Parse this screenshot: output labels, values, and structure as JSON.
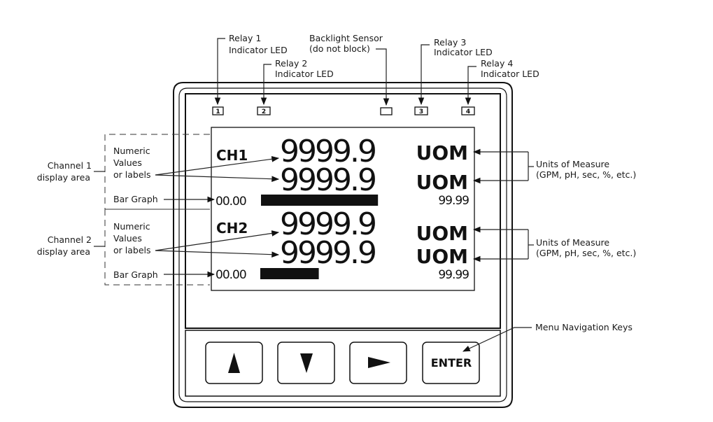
{
  "callouts": {
    "relay1": [
      "Relay 1",
      "Indicator LED"
    ],
    "relay2": [
      "Relay 2",
      "Indicator LED"
    ],
    "backlight": [
      "Backlight Sensor",
      "(do not block)"
    ],
    "relay3": [
      "Relay 3",
      "Indicator LED"
    ],
    "relay4": [
      "Relay 4",
      "Indicator LED"
    ],
    "units1": [
      "Units of Measure",
      "(GPM, pH, sec, %, etc.)"
    ],
    "units2": [
      "Units of Measure",
      "(GPM, pH, sec, %, etc.)"
    ],
    "menu_keys": "Menu Navigation Keys"
  },
  "left_labels": {
    "channel1": [
      "Channel 1",
      "display area"
    ],
    "channel2": [
      "Channel 2",
      "display area"
    ],
    "numeric1": [
      "Numeric",
      "Values",
      "or labels"
    ],
    "numeric2": [
      "Numeric",
      "Values",
      "or labels"
    ],
    "bar1": "Bar Graph",
    "bar2": "Bar Graph"
  },
  "leds": [
    "1",
    "2",
    "3",
    "4"
  ],
  "display": {
    "channel1": {
      "label": "CH1",
      "value_top": "9999.9",
      "value_bottom": "9999.9",
      "uom_top": "UOM",
      "uom_bottom": "UOM",
      "bar_min": "00.00",
      "bar_max": "99.99",
      "bar_level": 0.44
    },
    "channel2": {
      "label": "CH2",
      "value_top": "9999.9",
      "value_bottom": "9999.9",
      "uom_top": "UOM",
      "uom_bottom": "UOM",
      "bar_min": "00.00",
      "bar_max": "99.99",
      "bar_level": 0.22
    }
  },
  "keys": {
    "up": "up-arrow-icon",
    "down": "down-arrow-icon",
    "right": "right-arrow-icon",
    "enter": "ENTER"
  },
  "colors": {
    "ink": "#111111",
    "background": "#ffffff"
  }
}
